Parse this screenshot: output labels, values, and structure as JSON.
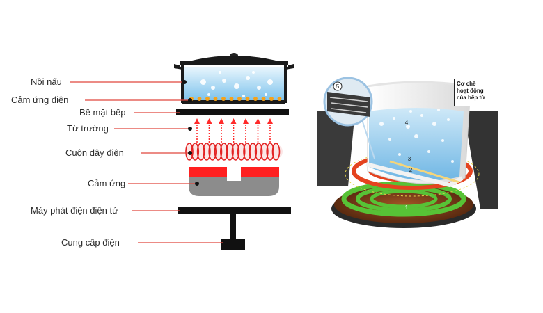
{
  "left_diagram": {
    "labels": [
      {
        "id": "pot",
        "text": "Nồi nấu"
      },
      {
        "id": "induction-heat",
        "text": "Cảm ứng điện"
      },
      {
        "id": "cooktop",
        "text": "Bề mặt bếp"
      },
      {
        "id": "magnetic-field",
        "text": "Từ trường"
      },
      {
        "id": "coil",
        "text": "Cuộn dây điện"
      },
      {
        "id": "inductor",
        "text": "Cảm ứng"
      },
      {
        "id": "generator",
        "text": "Máy phát điện điện tử"
      },
      {
        "id": "power-supply",
        "text": "Cung cấp điện"
      }
    ],
    "colors": {
      "leader": "#e0463c",
      "red": "#ff2a2a",
      "dark": "#111111",
      "grey": "#8c8c8c",
      "coil": "#e32222"
    }
  },
  "right_diagram": {
    "caption": "Cơ chế hoạt động của bếp từ",
    "markers": [
      "1",
      "2",
      "3",
      "4",
      "5"
    ],
    "colors": {
      "water": "#8fc9ef",
      "red_ring": "#e4431f",
      "green_ring": "#57c236",
      "brown": "#7a3a16",
      "glass": "#3c3c3c"
    }
  }
}
